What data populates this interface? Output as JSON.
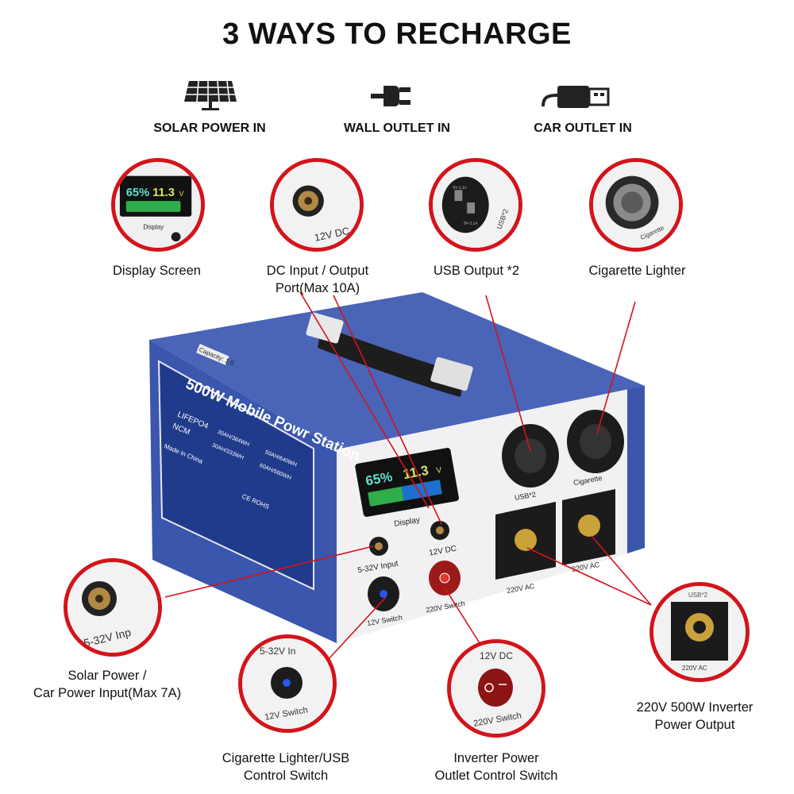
{
  "title": "3 WAYS TO RECHARGE",
  "ways": [
    {
      "label": "SOLAR POWER IN",
      "icon": "solar-panel-icon"
    },
    {
      "label": "WALL OUTLET IN",
      "icon": "wall-plug-icon"
    },
    {
      "label": "CAR OUTLET IN",
      "icon": "usb-car-plug-icon"
    }
  ],
  "callouts": {
    "display": "Display Screen",
    "dc_line1": "DC Input / Output",
    "dc_line2": "Port(Max 10A)",
    "usb": "USB Output *2",
    "cig": "Cigarette Lighter",
    "solar_line1": "Solar Power /",
    "solar_line2": "Car Power Input(Max 7A)",
    "switch12_line1": "Cigarette Lighter/USB",
    "switch12_line2": "Control Switch",
    "switch220_line1": "Inverter Power",
    "switch220_line2": "Outlet Control Switch",
    "inverter_line1": "220V 500W Inverter",
    "inverter_line2": "Power Output"
  },
  "device": {
    "capacity_tag": "Capacity: 1.5",
    "name": "500W Mobile Powr Station",
    "chem1": "LIFEPO4",
    "chem2": "NCM",
    "opt1": "30AH/384WH",
    "opt2": "30AH/333WH",
    "opt3": "50AH/640WH",
    "opt4": "60AH/560WH",
    "made": "Made In China",
    "cert": "CE ROHS",
    "display_pct": "65%",
    "display_volt": "11.3",
    "display_unit": "V",
    "display_label": "Display",
    "usb_label": "USB*2",
    "cig_label": "Cigarette",
    "input_label": "5-32V Input",
    "dc_label": "12V DC",
    "sw12_label": "12V Switch",
    "sw220_label": "220V Switch",
    "ac1_label": "220V AC",
    "ac2_label": "220V AC"
  },
  "zooms": {
    "display_pct": "65%",
    "display_volt": "11.3",
    "display_unit": "V",
    "display_label": "Display",
    "dc_label": "12V DC",
    "usb_label": "USB*2",
    "usb_spec1": "5V 2.1A",
    "usb_spec2": "5V 2.1A",
    "cig_label": "Cigarette",
    "solar_label": "5-32V Inp",
    "sw12_top": "5-32V In",
    "sw12_label": "12V Switch",
    "sw220_top": "12V DC",
    "sw220_label": "220V Switch",
    "inv_top": "USB*2",
    "inv_label": "220V AC"
  },
  "colors": {
    "accent_red": "#d3141b",
    "panel_blue": "#3f5bb0",
    "panel_white": "#f2f2f4",
    "display_bg": "#1a1a1a"
  }
}
